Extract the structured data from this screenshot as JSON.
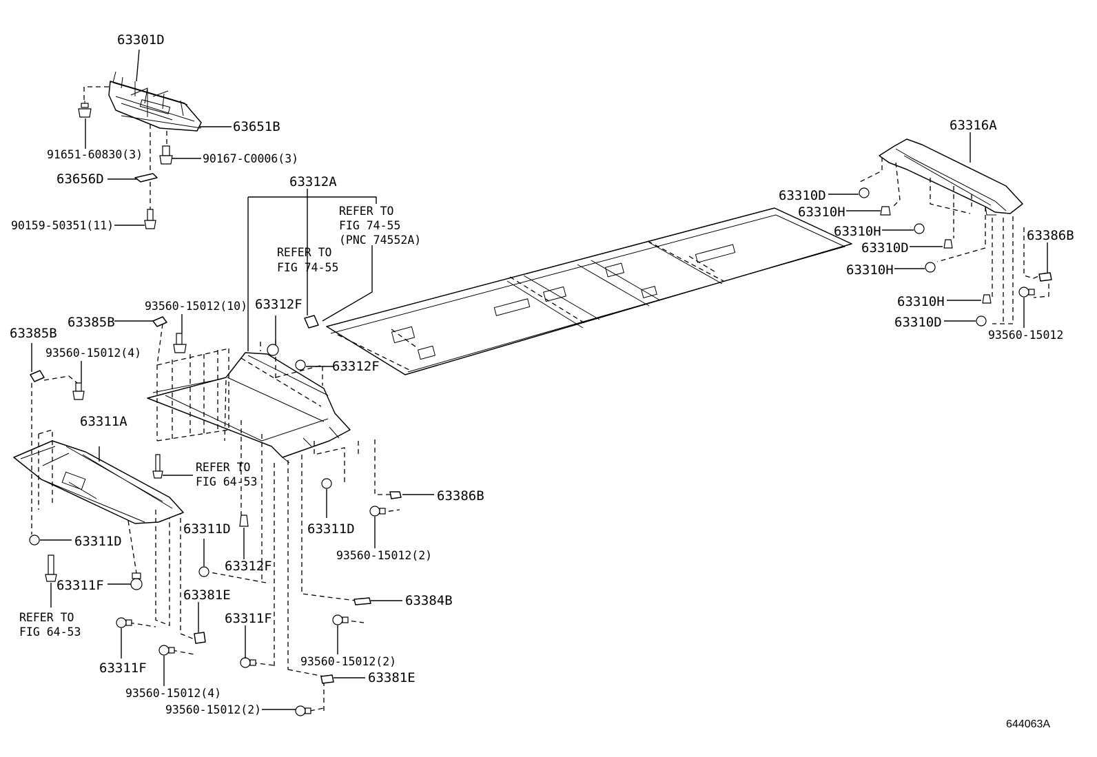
{
  "diagram_id": "644063A",
  "labels": {
    "p63301D": "63301D",
    "p63651B": "63651B",
    "p91651": "91651-60830(3)",
    "p90167": "90167-C0006(3)",
    "p63656D": "63656D",
    "p90159": "90159-50351(11)",
    "p63312A": "63312A",
    "refer_7455_pnc_1": "REFER TO",
    "refer_7455_pnc_2": "FIG 74-55",
    "refer_7455_pnc_3": "(PNC 74552A)",
    "refer_7455_1": "REFER TO",
    "refer_7455_2": "FIG 74-55",
    "p93560_10": "93560-15012(10)",
    "p63312F_a": "63312F",
    "p63312F_b": "63312F",
    "p63385B_a": "63385B",
    "p63385B_b": "63385B",
    "p93560_4a": "93560-15012(4)",
    "p63311A": "63311A",
    "refer_6453_a1": "REFER TO",
    "refer_6453_a2": "FIG 64-53",
    "p63311D_a": "63311D",
    "p63311D_b": "63311D",
    "p63311D_c": "63311D",
    "p63312F_c": "63312F",
    "p63311F_a": "63311F",
    "refer_6453_b1": "REFER TO",
    "refer_6453_b2": "FIG 64-53",
    "p63381E_a": "63381E",
    "p63311F_b": "63311F",
    "p63311F_c": "63311F",
    "p93560_4b": "93560-15012(4)",
    "p93560_2a": "93560-15012(2)",
    "p63386B_a": "63386B",
    "p93560_2b": "93560-15012(2)",
    "p63384B": "63384B",
    "p93560_2c": "93560-15012(2)",
    "p63381E_b": "63381E",
    "p63316A": "63316A",
    "p63310D_a": "63310D",
    "p63310H_a": "63310H",
    "p63310H_b": "63310H",
    "p63310D_b": "63310D",
    "p63310H_c": "63310H",
    "p63386B_b": "63386B",
    "p63310H_d": "63310H",
    "p63310D_c": "63310D",
    "p93560_single": "93560-15012"
  }
}
